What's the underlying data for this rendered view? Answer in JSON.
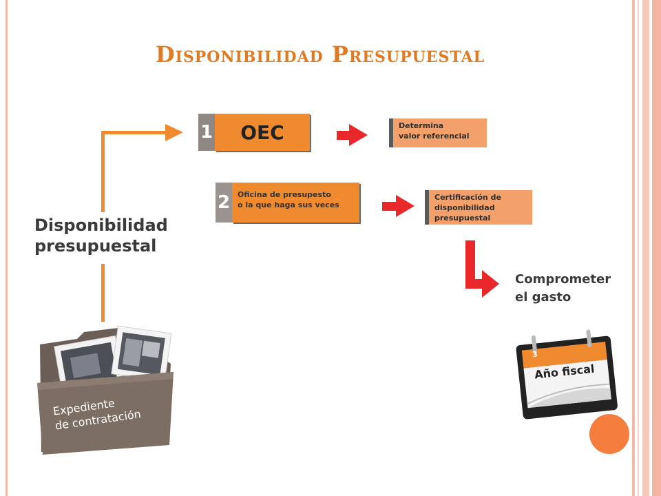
{
  "title": "Disponibilidad Presupuestal",
  "center_label": {
    "line1": "Disponibilidad",
    "line2": "presupuestal"
  },
  "steps": [
    {
      "number": "1",
      "label": "OEC",
      "result_line1": "Determina",
      "result_line2": "valor referencial"
    },
    {
      "number": "2",
      "label_line1": "Oficina de presupesto",
      "label_line2": "o la que haga sus veces",
      "result_line1": "Certificación de",
      "result_line2": "disponibilidad",
      "result_line3": "presupuestal"
    }
  ],
  "commit": {
    "line1": "Comprometer",
    "line2": "el gasto"
  },
  "folder": {
    "line1": "Expediente",
    "line2": "de contratación",
    "icon": "folder-icon"
  },
  "calendar": {
    "badge": "3",
    "label": "Año fiscal",
    "icon": "calendar-icon"
  },
  "colors": {
    "accent": "#e07b24",
    "box_orange": "#f08a2f",
    "result_orange": "#f4a06a",
    "arrow_red": "#e8282a",
    "number_gray": "#8e8784",
    "dot": "#f57e3f",
    "frame": "#f3b8a8"
  }
}
